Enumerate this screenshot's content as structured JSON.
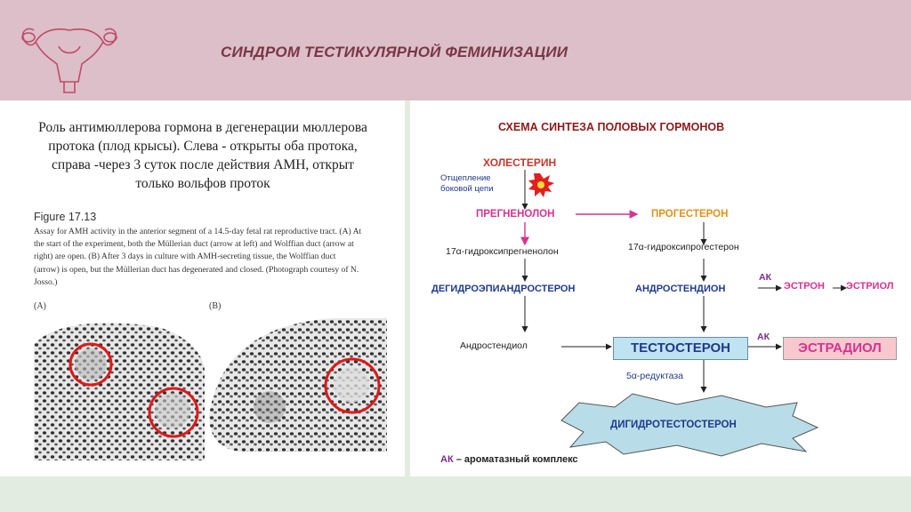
{
  "slide": {
    "title": "СИНДРОМ ТЕСТИКУЛЯРНОЙ ФЕМИНИЗАЦИИ",
    "logo_icon": "uterus-icon"
  },
  "left": {
    "caption": "Роль антимюллерова гормона в дегенерации мюллерова протока (плод крысы). Слева - открыты оба протока, справа -через 3 суток после действия АМН, открыт только вольфов проток",
    "figure_title": "Figure 17.13",
    "figure_text": "Assay for AMH activity in the anterior segment of a 14.5-day fetal rat reproductive tract. (A) At the start of the experiment, both the Müllerian duct (arrow at left) and Wolffian duct (arrow at right) are open. (B) After 3 days in culture with AMH-secreting tissue, the Wolffian duct (arrow) is open, but the Müllerian duct has degenerated and closed. (Photograph courtesy of N. Josso.)",
    "label_a": "(A)",
    "label_b": "(B)"
  },
  "scheme": {
    "title": "СХЕМА СИНТЕЗА ПОЛОВЫХ ГОРМОНОВ",
    "cholesterol": "ХОЛЕСТЕРИН",
    "side_chain_1": "Отщепление",
    "side_chain_2": "боковой цепи",
    "pregnenolone": "ПРЕГНЕНОЛОН",
    "progesterone": "ПРОГЕСТЕРОН",
    "hydroxypregnenolone": "17α-гидроксипрегненолон",
    "hydroxyprogesterone": "17α-гидроксипрогестерон",
    "dhea": "ДЕГИДРОЭПИАНДРОСТЕРОН",
    "androstenedione": "АНДРОСТЕНДИОН",
    "ak_1": "АК",
    "estrone": "ЭСТРОН",
    "estriol": "ЭСТРИОЛ",
    "androstenediol": "Андростендиол",
    "testosterone": "ТЕСТОСТЕРОН",
    "ak_2": "АК",
    "estradiol": "ЭСТРАДИОЛ",
    "reductase": "5α-редуктаза",
    "dht": "ДИГИДРОТЕСТОСТЕРОН",
    "legend_abbr": "АК",
    "legend_text": " – ароматазный комплекс"
  },
  "colors": {
    "header_bg": "#dcbfc8",
    "title_color": "#7a3646",
    "frame_bg": "#e3ece1",
    "scheme_title": "#8b1a1a",
    "cholesterol": "#c0392b",
    "pink": "#d6338f",
    "orange": "#e0921a",
    "blue_label": "#1f3a8a",
    "purple": "#7b2c8f",
    "testosterone_box": "#bfe3f0",
    "estradiol_box": "#f7c9cf",
    "dht_star": "#b8dde8"
  }
}
